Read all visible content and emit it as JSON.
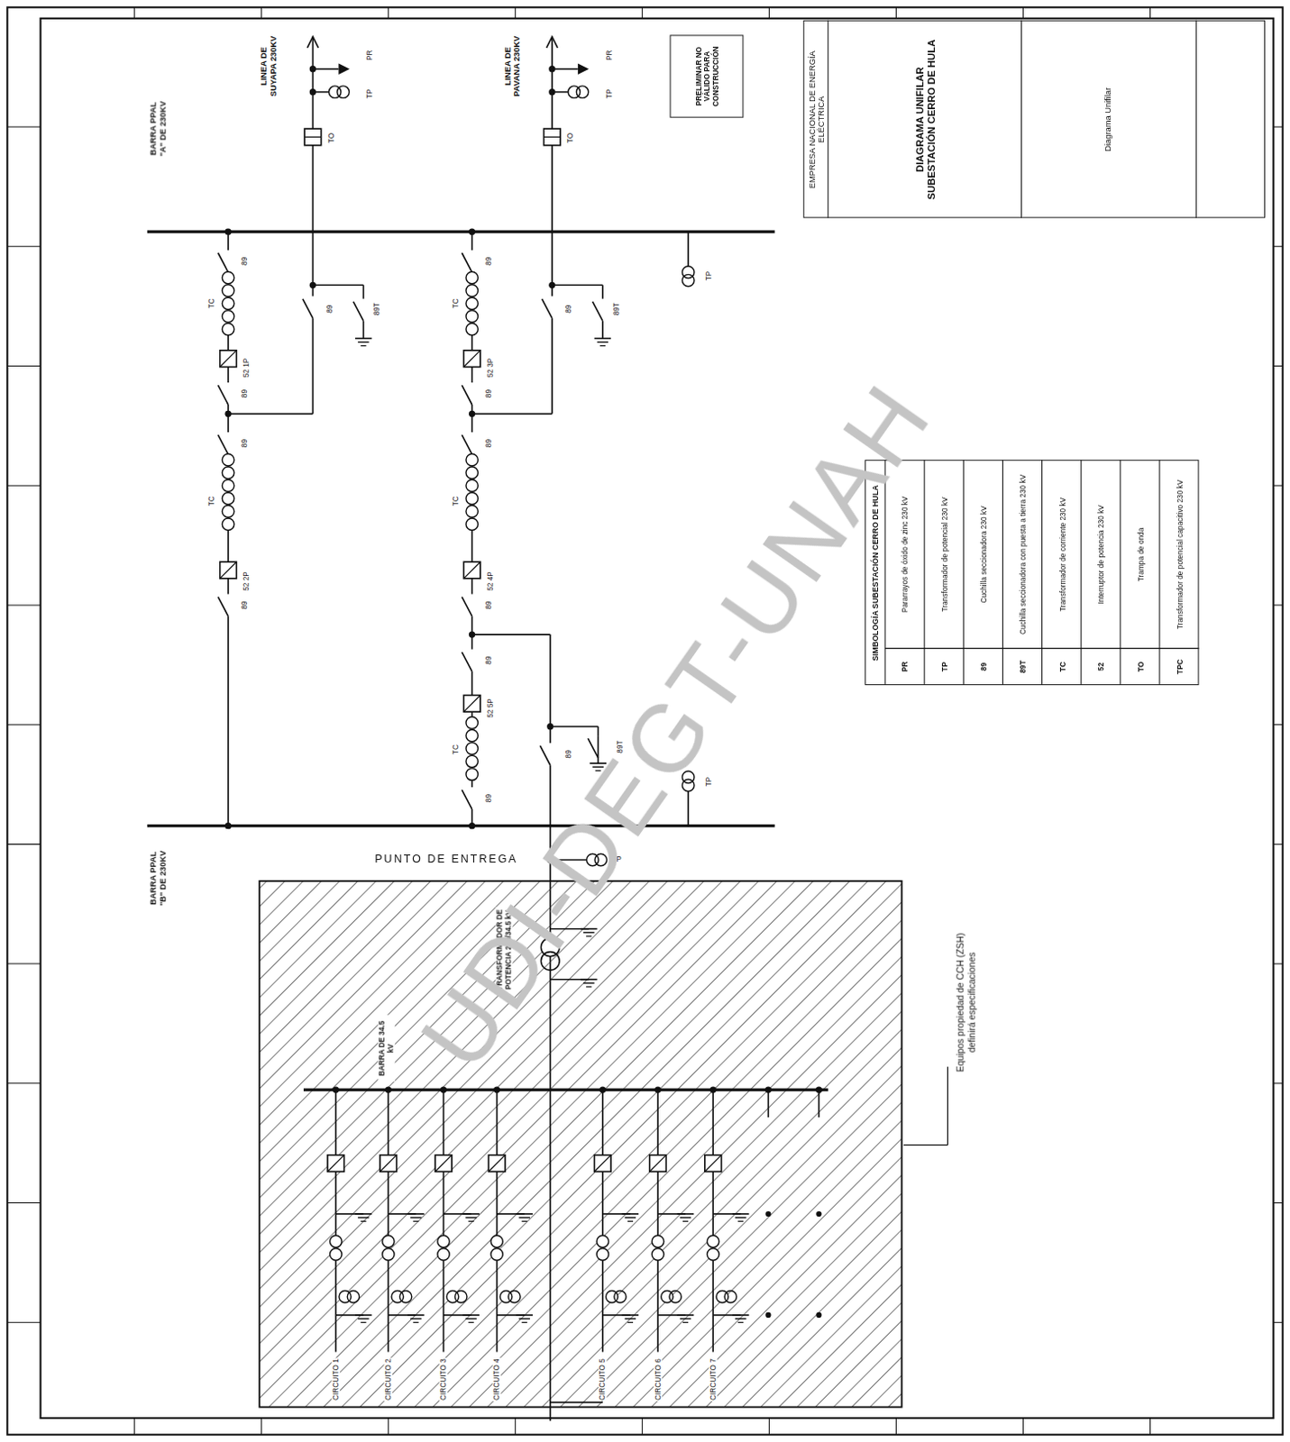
{
  "diagram": {
    "nodes": [
      {
        "text": [
          "EMPRESA NACIONAL DE ENERGÍA ELÉCTRICA",
          "DIAGRAMA UNIFILAR SUBESTACIÓN CERRO DE HULA",
          "Diagrama Unifilar"
        ]
      },
      {
        "text": [
          "PRELIMINAR NO VÁLIDO PARA CONSTRUCCIÓN"
        ]
      },
      {
        "text": [
          "SIMBOLOGÍA SUBESTACIÓN CERRO DE HULA",
          "PR",
          "Pararrayos de óxido de zinc 230 kV",
          "TP",
          "Transformador de potencial 230 kV",
          "89",
          "Cuchilla seccionadora 230 kV",
          "89T",
          "Cuchilla seccionadora con puesta a tierra 230 kV",
          "TC",
          "Transformador de corriente 230 kV",
          "52",
          "Interruptor de potencia 230 kV",
          "TO",
          "Trampa de onda",
          "TPC",
          "Transformador de potencial capacitivo 230 kV"
        ]
      }
    ],
    "labels": [
      "BARRA PPAL \"A\" DE 230KV",
      "LINEA DE SUYAPA 230KV",
      "PR",
      "TP",
      "TO",
      "LINEA DE PAVANA 230KV",
      "PR",
      "TP",
      "TO",
      "TP",
      "89",
      "TC",
      "52 1P",
      "89",
      "89",
      "TC",
      "52 2P",
      "89",
      "89",
      "TC",
      "52 3P",
      "89",
      "89",
      "TC",
      "52 4P",
      "89",
      "89",
      "52 5P",
      "TC",
      "89",
      "89",
      "89T",
      "89",
      "89T",
      "89",
      "89T",
      "TP",
      "BARRA PPAL \"B\" DE 230KV",
      "PUNTO DE ENTREGA",
      "TP",
      "TRANSFORMADOR DE POTENCIA 230/34.5 kV",
      "BARRA DE 34.5 kV",
      "CIRCUITO 1",
      "CIRCUITO 2",
      "CIRCUITO 3",
      "CIRCUITO 4",
      "CIRCUITO 5",
      "CIRCUITO 6",
      "CIRCUITO 7",
      "Equipos propiedad de CCH (ZSH) definirá especificaciones",
      "UDI-DEGT-UNAH"
    ]
  }
}
